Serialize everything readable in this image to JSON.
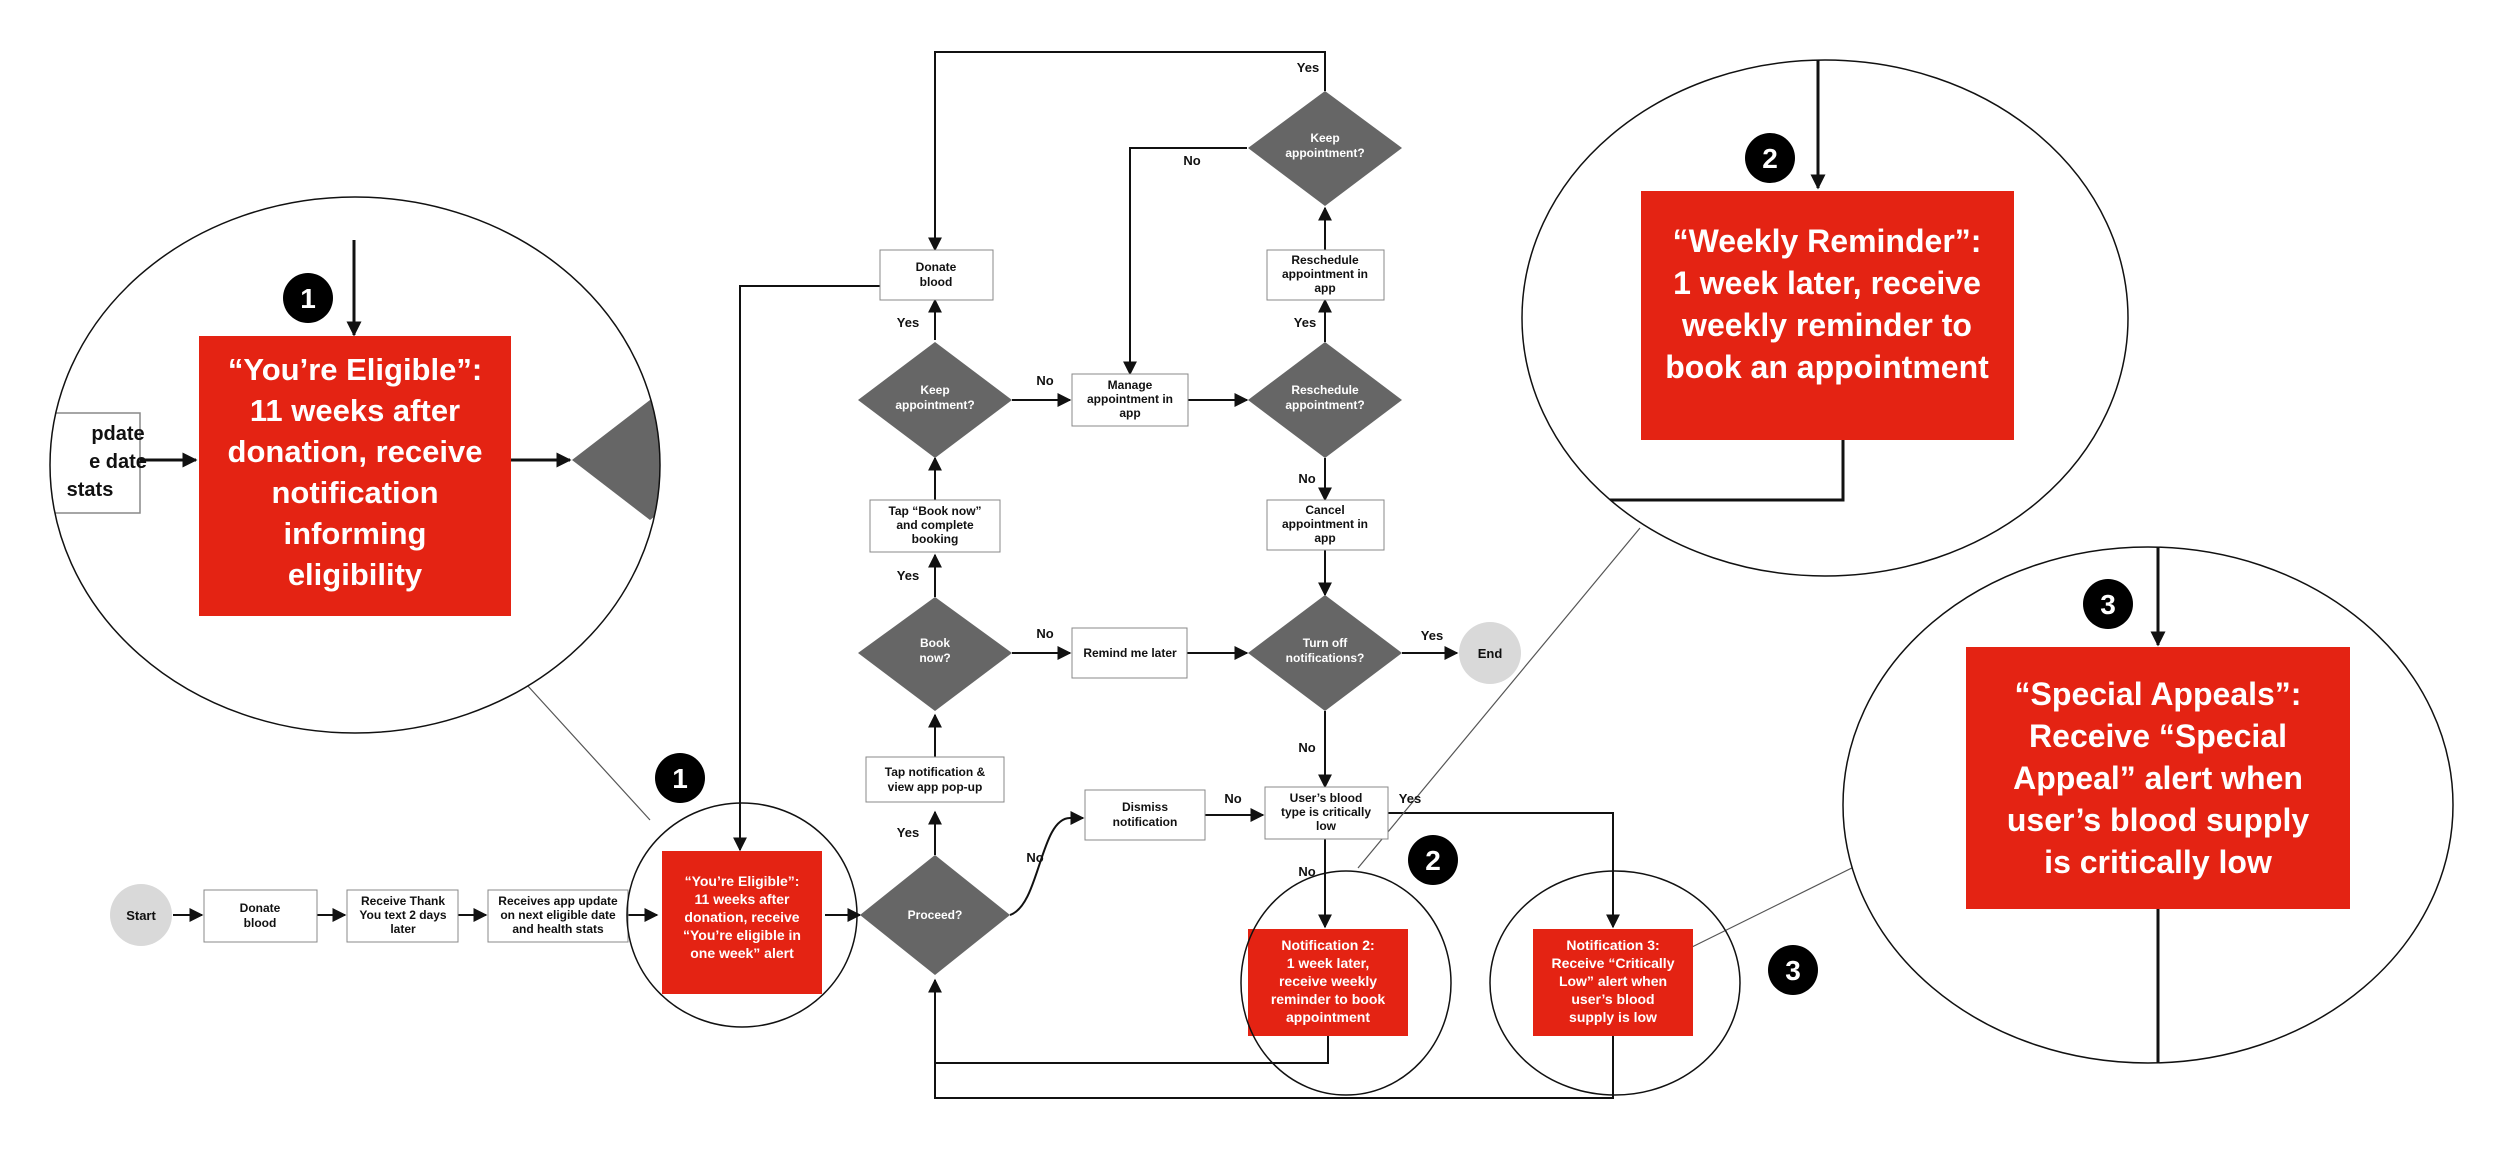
{
  "colors": {
    "accent_red": "#e42313",
    "diamond_gray": "#666666",
    "terminal_gray": "#d9d9d9",
    "line": "#111111",
    "badge": "#000000"
  },
  "nodes": {
    "start": "Start",
    "end": "End",
    "donate1": [
      "Donate",
      "blood"
    ],
    "thank": [
      "Receive Thank",
      "You text 2 days",
      "later"
    ],
    "update": [
      "Receives app update",
      "on next eligible date",
      "and health stats"
    ],
    "eligible": [
      "“You’re Eligible”:",
      "11 weeks after",
      "donation, receive",
      "“You’re eligible in",
      "one week” alert"
    ],
    "proceed": [
      "Proceed?"
    ],
    "tap_notif": [
      "Tap notification &",
      "view app pop-up"
    ],
    "book_now_q": [
      "Book",
      "now?"
    ],
    "tap_book": [
      "Tap “Book now”",
      "and complete",
      "booking"
    ],
    "keep_appt_q": [
      "Keep",
      "appointment?"
    ],
    "donate2": [
      "Donate",
      "blood"
    ],
    "manage": [
      "Manage",
      "appointment in",
      "app"
    ],
    "remind_later": [
      "Remind me later"
    ],
    "dismiss": [
      "Dismiss",
      "notification"
    ],
    "keep_appt_q2": [
      "Keep",
      "appointment?"
    ],
    "reschedule": [
      "Reschedule",
      "appointment in",
      "app"
    ],
    "reschedule_q": [
      "Reschedule",
      "appointment?"
    ],
    "cancel": [
      "Cancel",
      "appointment in",
      "app"
    ],
    "turn_off_q": [
      "Turn off",
      "notifications?"
    ],
    "critical_q": [
      "User’s blood",
      "type is critically",
      "low"
    ],
    "notif2": [
      "Notification 2:",
      "1 week later,",
      "receive weekly",
      "reminder to book",
      "appointment"
    ],
    "notif3": [
      "Notification 3:",
      "Receive “Critically",
      "Low” alert when",
      "user’s blood",
      "supply is low"
    ]
  },
  "edges": {
    "yes": "Yes",
    "no": "No"
  },
  "zoom1": {
    "badge": "1",
    "text": [
      "“You’re Eligible”:",
      "11 weeks after",
      "donation, receive",
      "notification",
      "informing",
      "eligibility"
    ],
    "partial": [
      "pdate",
      "e date",
      "stats"
    ]
  },
  "zoom2": {
    "badge": "2",
    "text": [
      "“Weekly Reminder”:",
      "1 week later, receive",
      "weekly reminder to",
      "book an appointment"
    ]
  },
  "zoom3": {
    "badge": "3",
    "text": [
      "“Special Appeals”:",
      "Receive “Special",
      "Appeal” alert when",
      "user’s blood supply",
      "is critically low"
    ]
  },
  "badges": {
    "b1": "1",
    "b2": "2",
    "b3": "3"
  }
}
